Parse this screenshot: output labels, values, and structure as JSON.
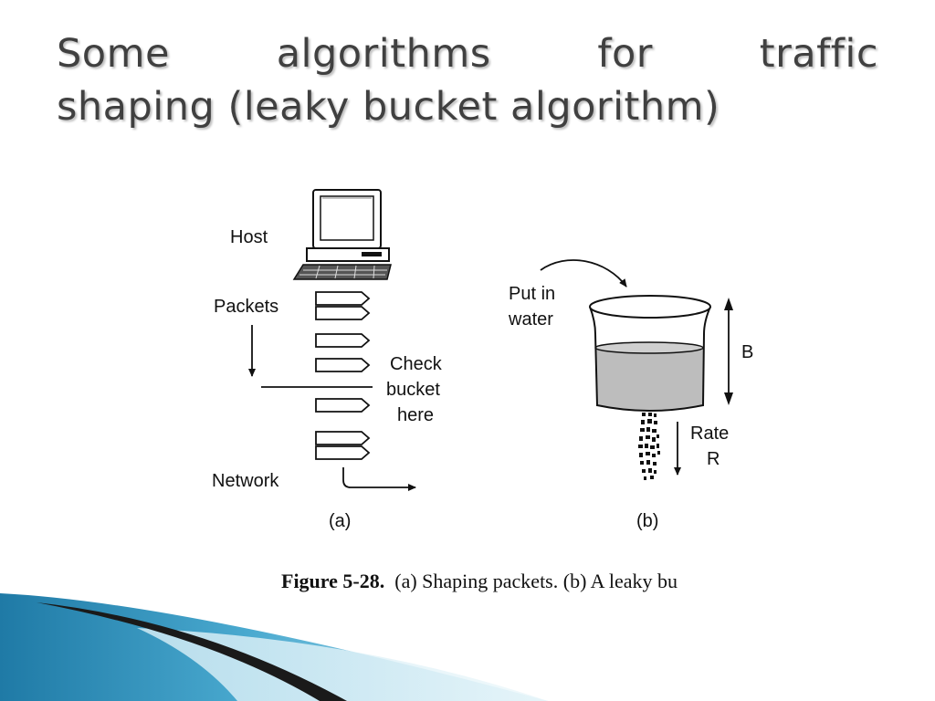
{
  "slide": {
    "title_line1_words": [
      "Some",
      "algorithms",
      "for",
      "traffic"
    ],
    "title_line2": "shaping (leaky bucket algorithm)"
  },
  "figure": {
    "panel_a": {
      "host_label": "Host",
      "packets_label": "Packets",
      "check_label_1": "Check",
      "check_label_2": "bucket",
      "check_label_3": "here",
      "network_label": "Network",
      "panel_label": "(a)"
    },
    "panel_b": {
      "put_label_1": "Put in",
      "put_label_2": "water",
      "b_label": "B",
      "rate_label_1": "Rate",
      "rate_label_2": "R",
      "panel_label": "(b)"
    },
    "caption_bold": "Figure 5-28.",
    "caption_text": "(a) Shaping packets. (b) A leaky bu"
  },
  "colors": {
    "title": "#404040",
    "water": "#bdbdbd",
    "swoosh_dark": "#1a1a1a",
    "swoosh_blue": "#2f8fb8",
    "swoosh_light": "#a9d8ea"
  }
}
